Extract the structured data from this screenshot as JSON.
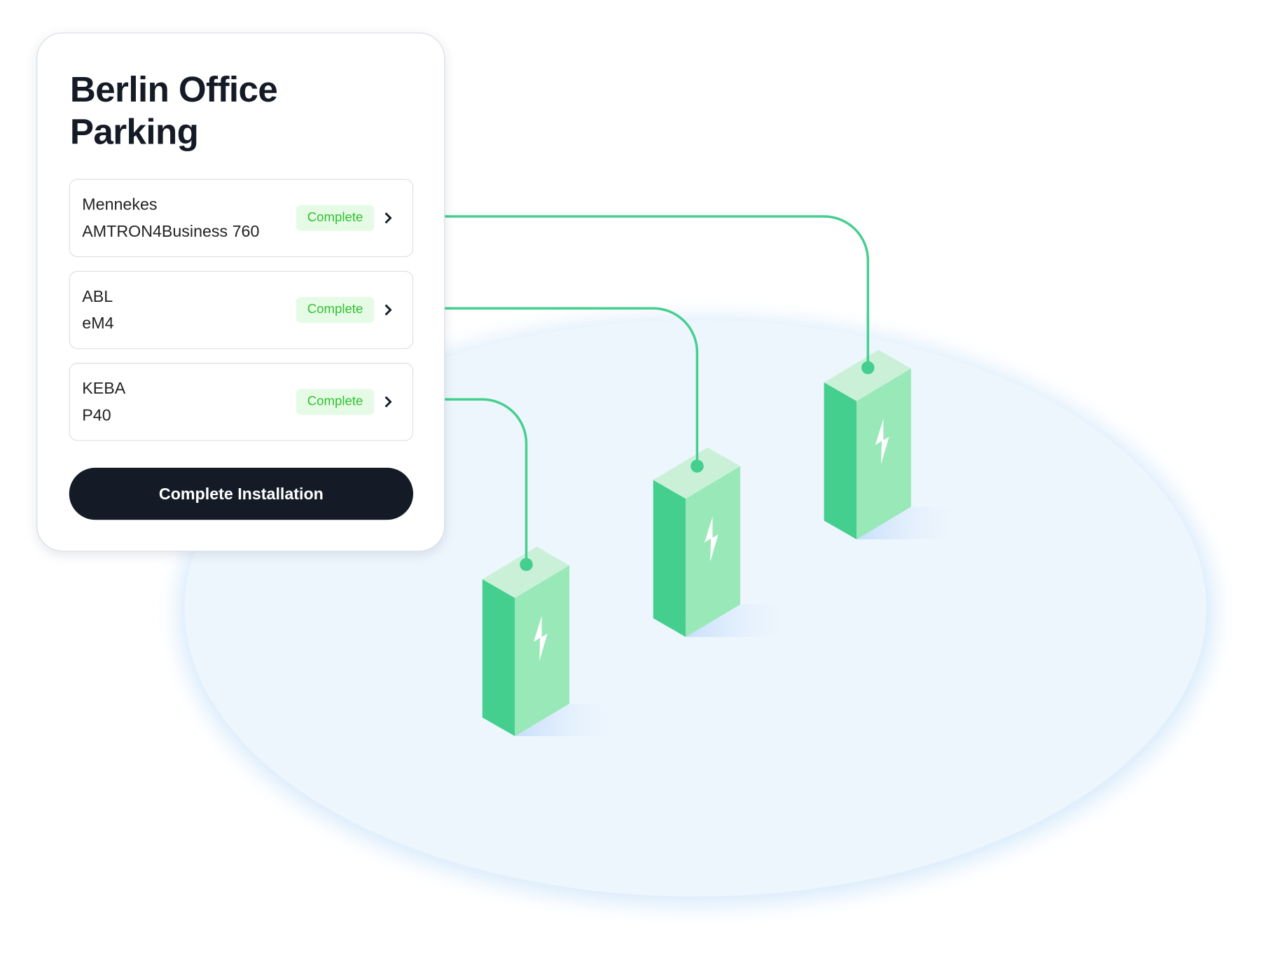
{
  "card": {
    "title_line1": "Berlin Office",
    "title_line2": "Parking",
    "chargers": [
      {
        "brand": "Mennekes",
        "model": "AMTRON4Business 760",
        "status": "Complete"
      },
      {
        "brand": "ABL",
        "model": "eM4",
        "status": "Complete"
      },
      {
        "brand": "KEBA",
        "model": "P40",
        "status": "Complete"
      }
    ],
    "action_label": "Complete Installation"
  },
  "colors": {
    "accent": "#45cf8f",
    "charger_left": "#45cf8f",
    "charger_right": "#98e8b8",
    "charger_top": "#caf1d8",
    "ground": "#eef6fd",
    "button": "#151b26",
    "badge_bg": "#e6fbe6",
    "badge_text": "#2fc02f"
  },
  "icons": {
    "row_chevron": "chevron-right-icon",
    "charger_symbol": "lightning-bolt-icon"
  }
}
